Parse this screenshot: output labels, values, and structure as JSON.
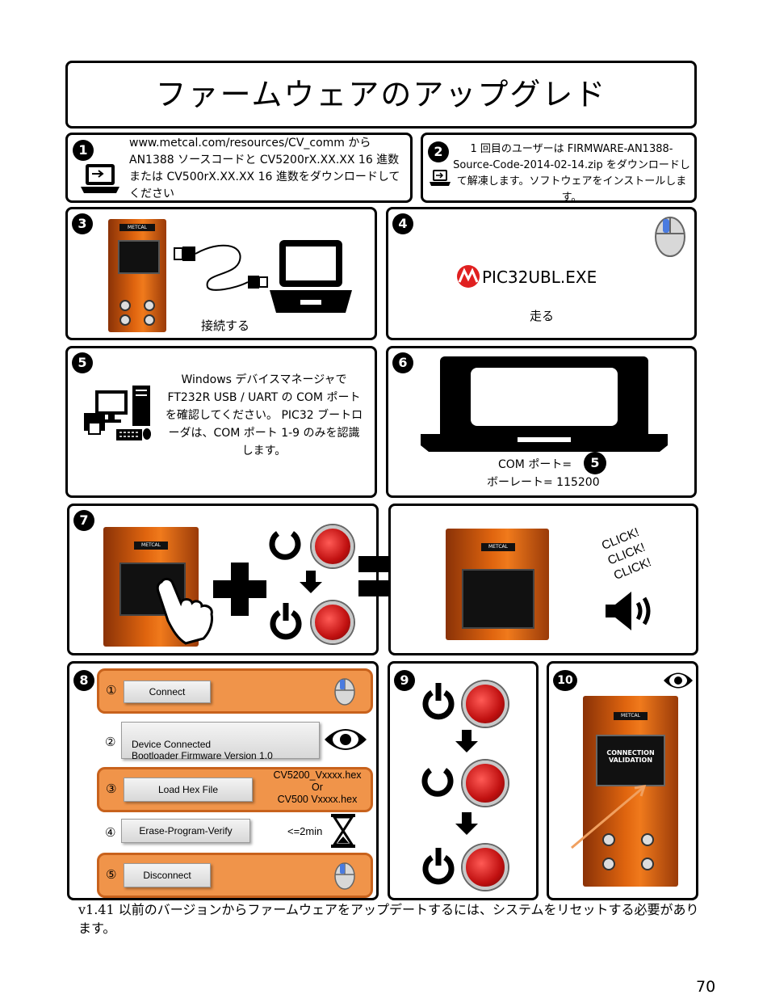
{
  "page_title": "ファームウェアのアップグレド",
  "step1": {
    "number": "1",
    "text": "www.metcal.com/resources/CV_comm から AN1388 ソースコードと CV5200rX.XX.XX 16 進数または CV500rX.XX.XX 16 進数をダウンロードしてください"
  },
  "step2": {
    "number": "2",
    "text": "1 回目のユーザーは FIRMWARE-AN1388-Source-Code-2014-02-14.zip をダウンロードして解凍します。ソフトウェアをインストールします。"
  },
  "step3": {
    "number": "3",
    "caption": "接続する",
    "device_brand": "METCAL"
  },
  "step4": {
    "number": "4",
    "program": "PIC32UBL.EXE",
    "caption": "走る"
  },
  "step5": {
    "number": "5",
    "text": "Windows デバイスマネージャで FT232R USB / UART の COM ポートを確認してください。 PIC32 ブートローダは、COM ポート 1-9 のみを認識します。"
  },
  "step6": {
    "number": "6",
    "com_label": "COM ポート=",
    "com_ref": "5",
    "baud_label": "ボーレート= 115200"
  },
  "step7": {
    "number": "7",
    "click_text": [
      "CLICK!",
      "CLICK!",
      "CLICK!"
    ],
    "device_brand": "METCAL"
  },
  "step8": {
    "number": "8",
    "rows": [
      {
        "index": "①",
        "button": "Connect"
      },
      {
        "index": "②",
        "button": "Device Connected\nBootloader Firmware Version 1.0"
      },
      {
        "index": "③",
        "button": "Load Hex File",
        "file_line1": "CV5200_Vxxxx.hex",
        "file_or": "Or",
        "file_line2": "CV500  Vxxxx.hex"
      },
      {
        "index": "④",
        "button": "Erase-Program-Verify",
        "time": "<=2min"
      },
      {
        "index": "⑤",
        "button": "Disconnect"
      }
    ]
  },
  "step9": {
    "number": "9"
  },
  "step10": {
    "number": "10",
    "screen_line1": "CONNECTION",
    "screen_line2": "VALIDATION",
    "device_brand": "METCAL"
  },
  "footnote": "v1.41 以前のバージョンからファームウェアをアップデートするには、システムをリセットする必要があります。",
  "page_number": "70",
  "colors": {
    "orange": "#e0650f",
    "orange_bar": "#f0944a",
    "led_red": "#c01010",
    "arrow": "#f0a060"
  }
}
